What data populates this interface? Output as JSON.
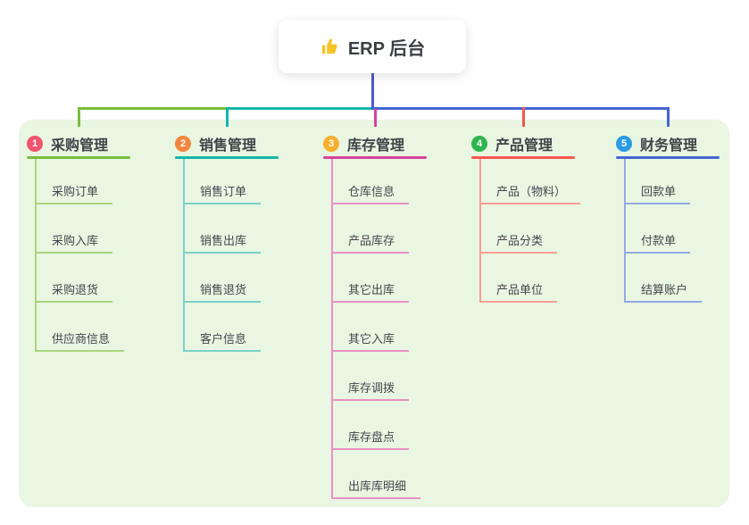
{
  "root": {
    "label": "ERP 后台",
    "icon": "thumbs-up"
  },
  "canvas": {
    "background": "#ffffff",
    "panel_background": "#e9f6e2",
    "root_connector_color": "#4d5ad2"
  },
  "branches": [
    {
      "badge": "1",
      "title": "采购管理",
      "badge_color": "#f0546f",
      "line_color": "#7cbd3f",
      "light_line_color": "#a9d57f",
      "children": [
        "采购订单",
        "采购入库",
        "采购退货",
        "供应商信息"
      ]
    },
    {
      "badge": "2",
      "title": "销售管理",
      "badge_color": "#f1873d",
      "line_color": "#12b7aa",
      "light_line_color": "#7bd1c9",
      "children": [
        "销售订单",
        "销售出库",
        "销售退货",
        "客户信息"
      ]
    },
    {
      "badge": "3",
      "title": "库存管理",
      "badge_color": "#f6b02d",
      "line_color": "#d8439c",
      "light_line_color": "#eb90c5",
      "children": [
        "仓库信息",
        "产品库存",
        "其它出库",
        "其它入库",
        "库存调拨",
        "库存盘点",
        "出库库明细"
      ]
    },
    {
      "badge": "4",
      "title": "产品管理",
      "badge_color": "#30b551",
      "line_color": "#f8564d",
      "light_line_color": "#fb9d96",
      "children": [
        "产品（物料）",
        "产品分类",
        "产品单位"
      ]
    },
    {
      "badge": "5",
      "title": "财务管理",
      "badge_color": "#2b9be4",
      "line_color": "#4565d3",
      "light_line_color": "#94a9e3",
      "children": [
        "回款单",
        "付款单",
        "结算账户"
      ]
    }
  ]
}
